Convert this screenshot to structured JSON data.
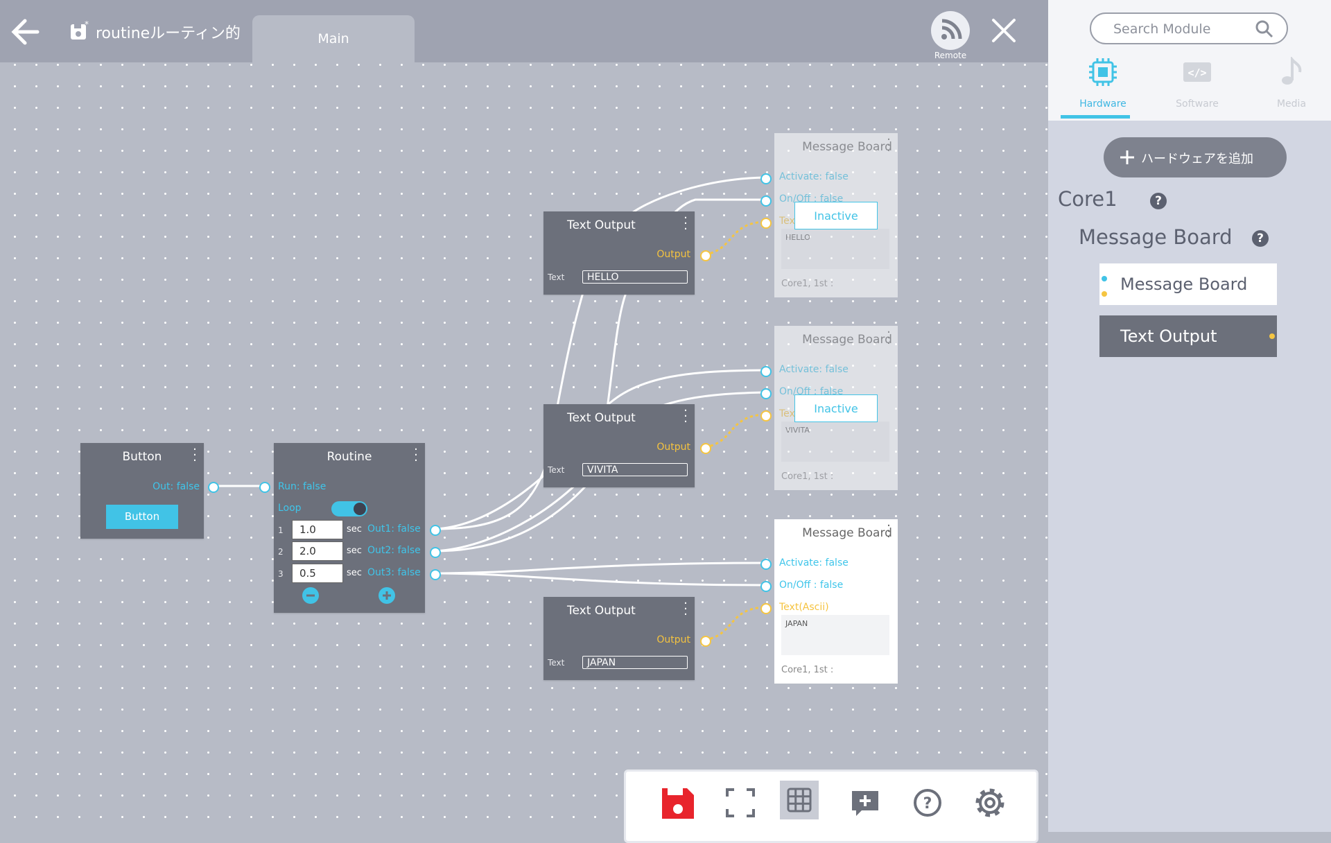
{
  "header": {
    "title": "routineルーティン的",
    "tab_main": "Main",
    "remote_label": "Remote"
  },
  "nodes": {
    "button": {
      "title": "Button",
      "out": "Out: false",
      "button_label": "Button"
    },
    "routine": {
      "title": "Routine",
      "run": "Run: false",
      "loop": "Loop",
      "rows": [
        {
          "idx": "1",
          "val": "1.0",
          "unit": "sec",
          "out": "Out1: false"
        },
        {
          "idx": "2",
          "val": "2.0",
          "unit": "sec",
          "out": "Out2: false"
        },
        {
          "idx": "3",
          "val": "0.5",
          "unit": "sec",
          "out": "Out3: false"
        }
      ]
    },
    "text_outputs": [
      {
        "title": "Text Output",
        "output": "Output",
        "text_label": "Text",
        "value": "HELLO"
      },
      {
        "title": "Text Output",
        "output": "Output",
        "text_label": "Text",
        "value": "VIVITA"
      },
      {
        "title": "Text Output",
        "output": "Output",
        "text_label": "Text",
        "value": "JAPAN"
      }
    ],
    "message_boards": [
      {
        "title": "Message Board",
        "activate": "Activate: false",
        "onoff": "On/Off : false",
        "text_label": "Text(Ascii)",
        "text": "HELLO",
        "footer": "Core1, 1st :",
        "status": "Inactive"
      },
      {
        "title": "Message Board",
        "activate": "Activate: false",
        "onoff": "On/Off : false",
        "text_label": "Text(Ascii)",
        "text": "VIVITA",
        "footer": "Core1, 1st :",
        "status": "Inactive"
      },
      {
        "title": "Message Board",
        "activate": "Activate: false",
        "onoff": "On/Off : false",
        "text_label": "Text(Ascii)",
        "text": "JAPAN",
        "footer": "Core1, 1st :"
      }
    ]
  },
  "panel": {
    "search_placeholder": "Search Module",
    "tabs": [
      "Hardware",
      "Software",
      "Media"
    ],
    "add_hardware": "ハードウェアを追加",
    "core": "Core1",
    "module_heading": "Message Board",
    "items": [
      "Message Board",
      "Text Output"
    ]
  },
  "colors": {
    "accent": "#41c3e6",
    "yellow": "#f5c542",
    "node": "#6c707b",
    "save_red": "#e8242c"
  }
}
